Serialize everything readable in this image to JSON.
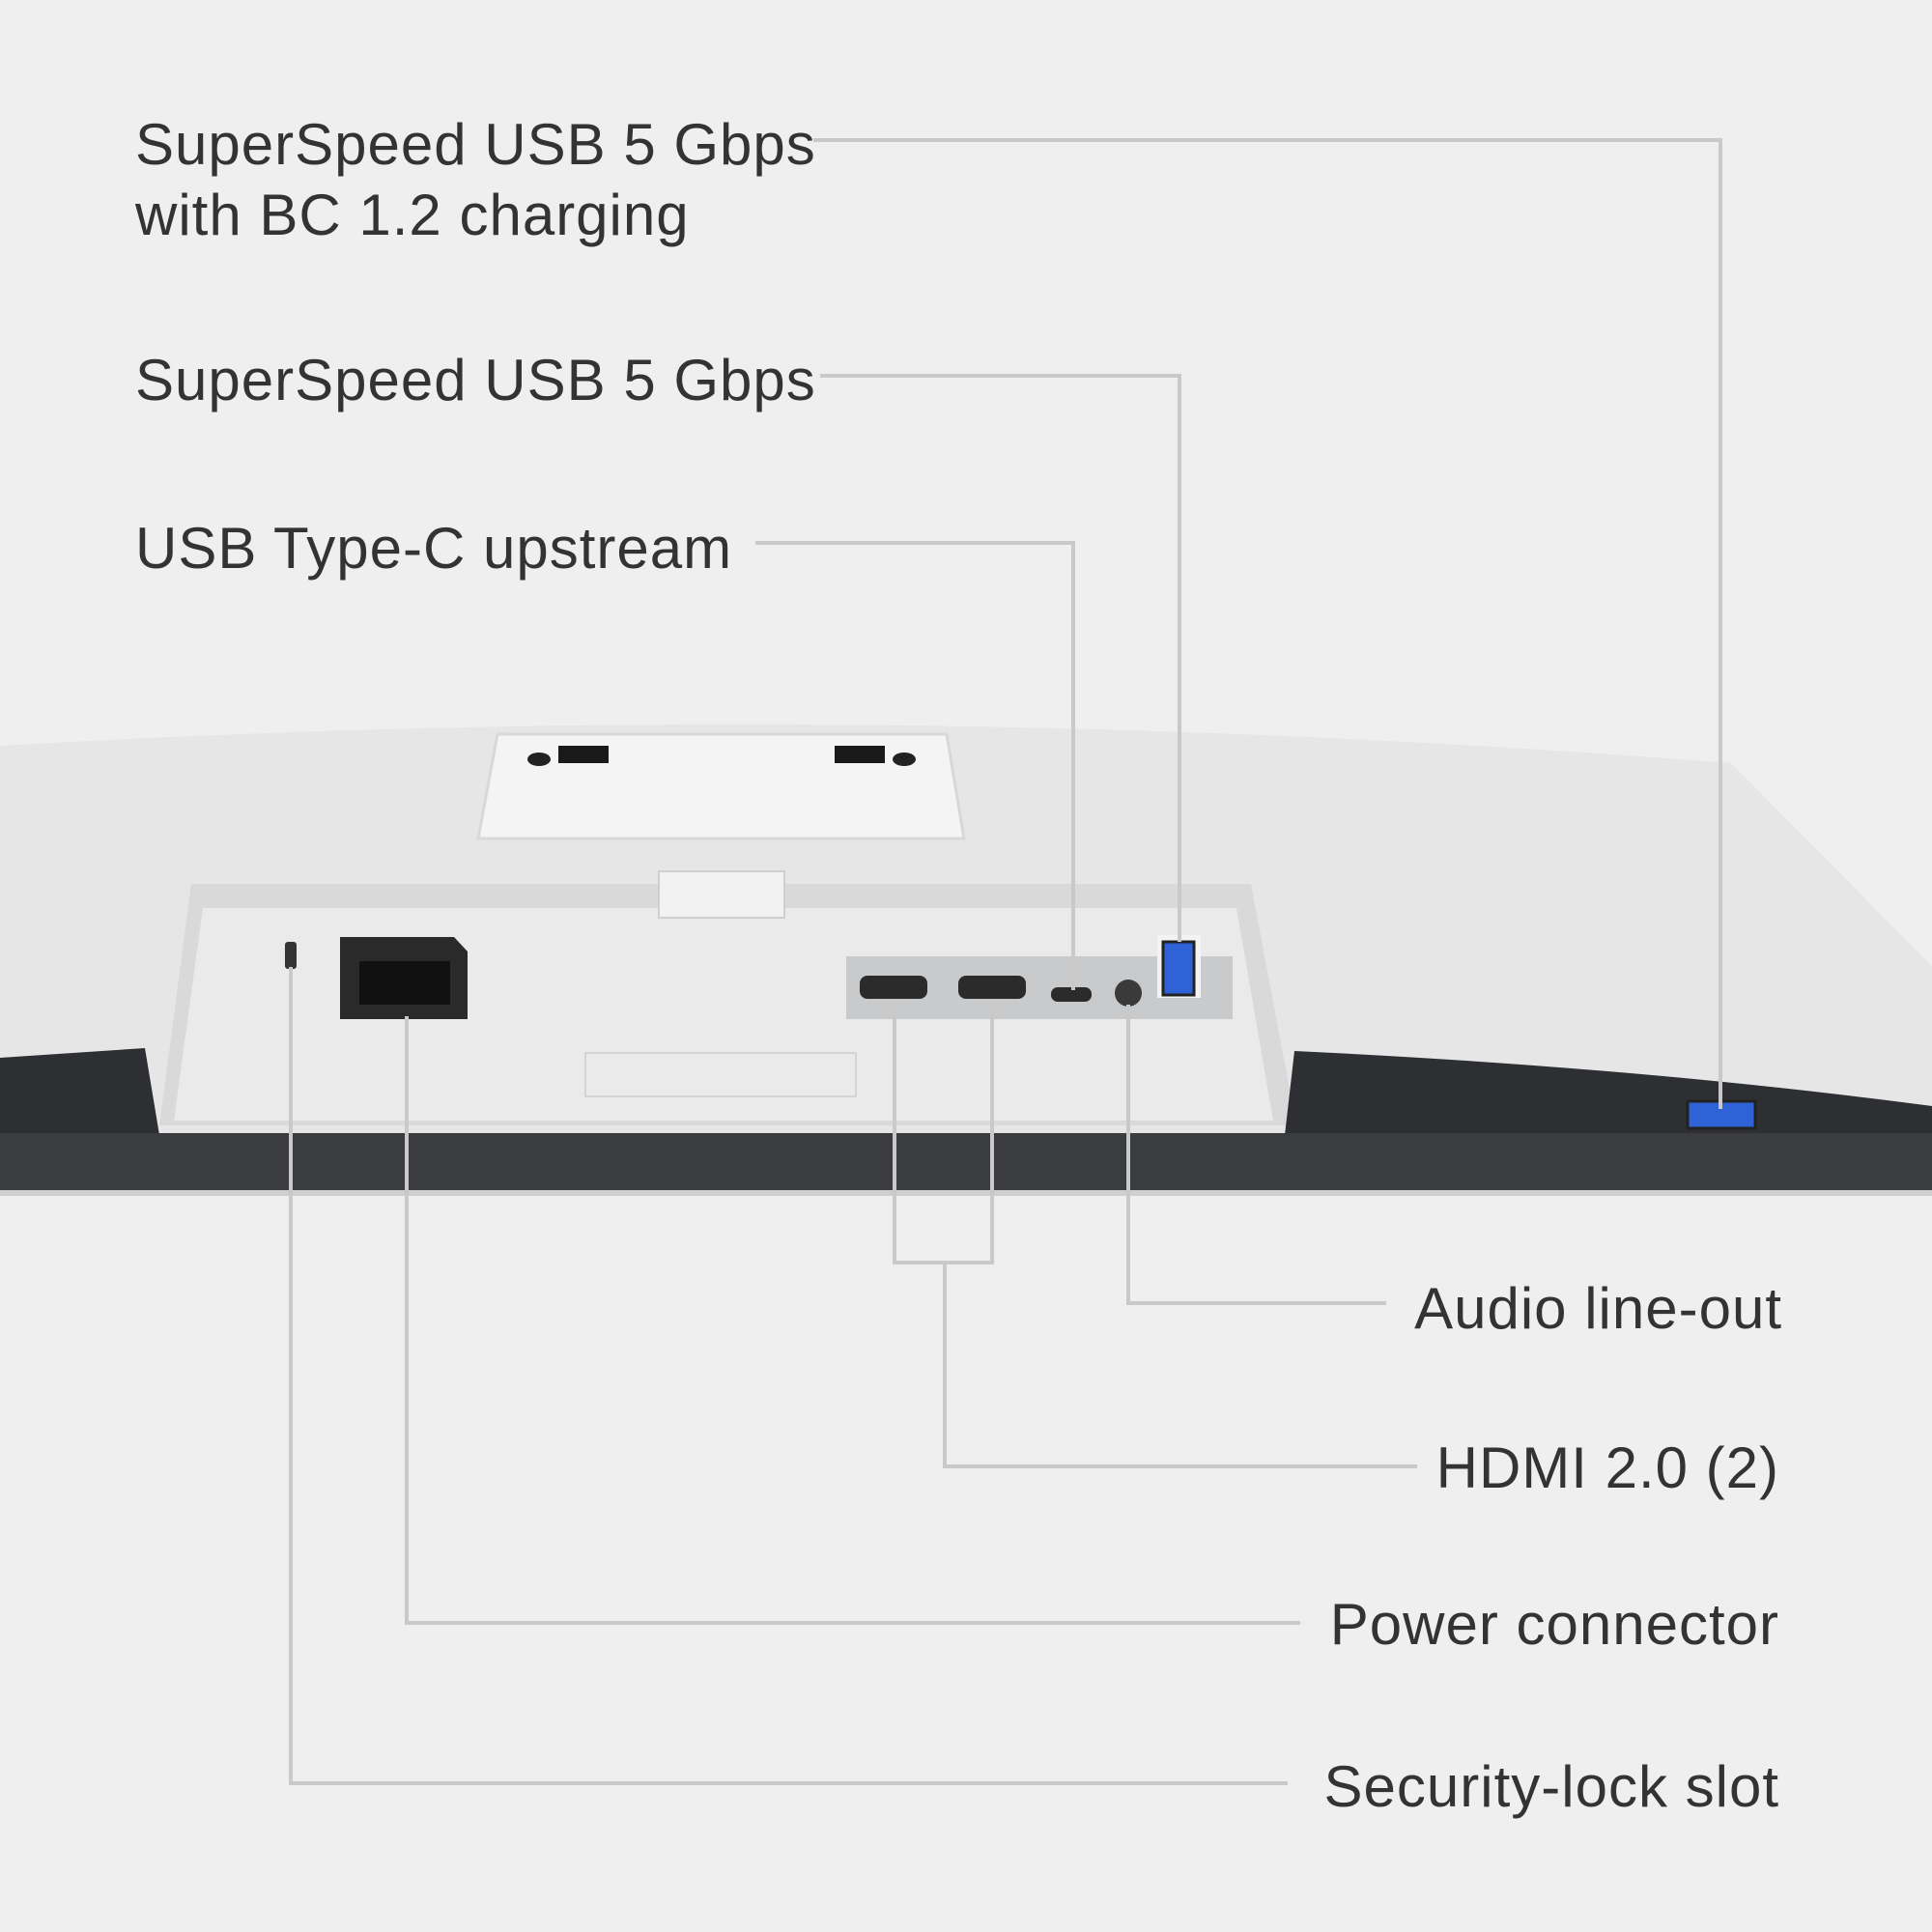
{
  "labels": {
    "usb_bc_line1": "SuperSpeed USB 5 Gbps",
    "usb_bc_line2": "with BC 1.2 charging",
    "usb_5gbps": "SuperSpeed USB 5 Gbps",
    "usb_c_upstream": "USB Type-C upstream",
    "audio_out": "Audio line-out",
    "hdmi": "HDMI 2.0 (2)",
    "power": "Power connector",
    "security_lock": "Security-lock slot"
  },
  "colors": {
    "background": "#efefef",
    "text": "#333333",
    "leader_line": "#c9c9c9",
    "usb_blue": "#2f62d6",
    "bezel": "#3a3c40"
  }
}
